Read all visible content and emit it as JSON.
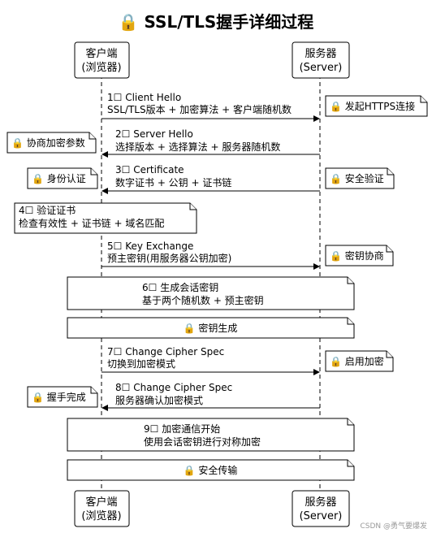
{
  "title": "🔒 SSL/TLS握手详细过程",
  "actors": {
    "client": {
      "line1": "客户端",
      "line2": "(浏览器)"
    },
    "server": {
      "line1": "服务器",
      "line2": "(Server)"
    }
  },
  "messages": [
    {
      "line1": "1☐ Client Hello",
      "line2": "SSL/TLS版本 + 加密算法 + 客户端随机数",
      "direction": "client-to-server"
    },
    {
      "line1": "2☐ Server Hello",
      "line2": "选择版本 + 选择算法 + 服务器随机数",
      "direction": "server-to-client"
    },
    {
      "line1": "3☐ Certificate",
      "line2": "数字证书 + 公钥 + 证书链",
      "direction": "server-to-client"
    },
    {
      "line1": "5☐ Key Exchange",
      "line2": "预主密钥(用服务器公钥加密)",
      "direction": "client-to-server"
    },
    {
      "line1": "7☐ Change Cipher Spec",
      "line2": "切换到加密模式",
      "direction": "client-to-server"
    },
    {
      "line1": "8☐ Change Cipher Spec",
      "line2": "服务器确认加密模式",
      "direction": "server-to-client"
    }
  ],
  "notes": {
    "https": "🔒 发起HTTPS连接",
    "negotiate": "🔒 协商加密参数",
    "auth": "🔒 身份认证",
    "verify_security": "🔒 安全验证",
    "verify_cert_line1": "4☐ 验证证书",
    "verify_cert_line2": "检查有效性 + 证书链 + 域名匹配",
    "key_negotiation": "🔒 密钥协商",
    "session_key_line1": "6☐ 生成会话密钥",
    "session_key_line2": "基于两个随机数 + 预主密钥",
    "key_generation": "🔒 密钥生成",
    "enable_encryption": "🔒 启用加密",
    "handshake_done": "🔒 握手完成",
    "encrypted_start_line1": "9☐ 加密通信开始",
    "encrypted_start_line2": "使用会话密钥进行对称加密",
    "secure_transfer": "🔒 安全传输"
  },
  "watermark": "CSDN @勇气要爆发"
}
